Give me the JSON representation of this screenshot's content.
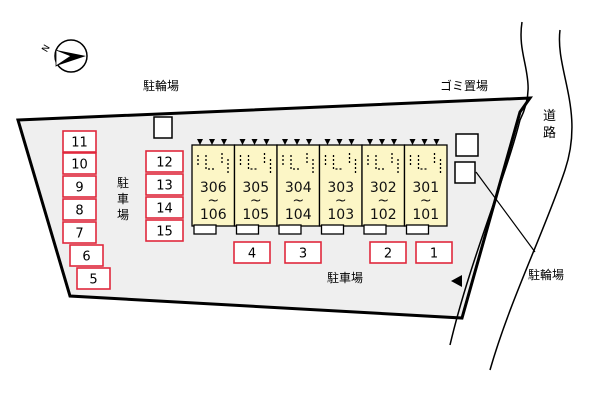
{
  "compass": {
    "north_label": "N",
    "icon": "north-arrow-icon"
  },
  "labels": {
    "bicycle_parking_top": "駐輪場",
    "bicycle_parking_right": "駐輪場",
    "garbage": "ゴミ置場",
    "parking_left": "駐車場",
    "parking_bottom": "駐車場",
    "road": "道路"
  },
  "units": [
    {
      "upper": "306",
      "tilde": "~",
      "lower": "106"
    },
    {
      "upper": "305",
      "tilde": "~",
      "lower": "105"
    },
    {
      "upper": "304",
      "tilde": "~",
      "lower": "104"
    },
    {
      "upper": "303",
      "tilde": "~",
      "lower": "103"
    },
    {
      "upper": "302",
      "tilde": "~",
      "lower": "102"
    },
    {
      "upper": "301",
      "tilde": "~",
      "lower": "101"
    }
  ],
  "parking_left": [
    "11",
    "10",
    "9",
    "8",
    "7",
    "6",
    "5"
  ],
  "parking_middle": [
    "12",
    "13",
    "14",
    "15"
  ],
  "parking_bottom": [
    "4",
    "3",
    "2",
    "1"
  ],
  "colors": {
    "space_border": "#e0283c",
    "building_fill": "#fcf6c6",
    "site_fill": "#efefef",
    "outline": "#000000"
  }
}
